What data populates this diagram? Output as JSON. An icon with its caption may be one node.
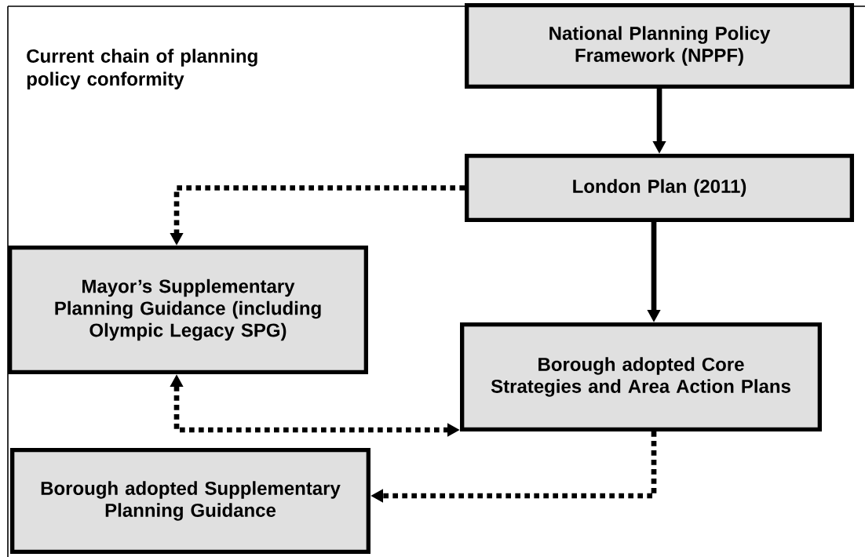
{
  "diagram": {
    "title": "Current chain of planning policy conformity",
    "nodes": [
      {
        "text": [
          "National Planning Policy Framework (NPPF)"
        ]
      },
      {
        "text": [
          "London Plan (2011)"
        ]
      },
      {
        "text": [
          "Mayor’s Supplementary Planning Guidance (including Olympic Legacy SPG)"
        ]
      },
      {
        "text": [
          "Borough adopted Core Strategies and Area Action Plans"
        ]
      },
      {
        "text": [
          "Borough adopted Supplementary Planning Guidance"
        ]
      }
    ],
    "edges": [
      {
        "from": 0,
        "to": 1,
        "arrow": "to"
      },
      {
        "from": 1,
        "to": 3,
        "arrow": "to"
      },
      {
        "from": 1,
        "to": 2,
        "arrow": "to",
        "style": "dashed"
      },
      {
        "from": 2,
        "to": 3,
        "arrow": "both",
        "style": "dashed"
      },
      {
        "from": 3,
        "to": 4,
        "arrow": "to",
        "style": "dashed"
      }
    ]
  }
}
